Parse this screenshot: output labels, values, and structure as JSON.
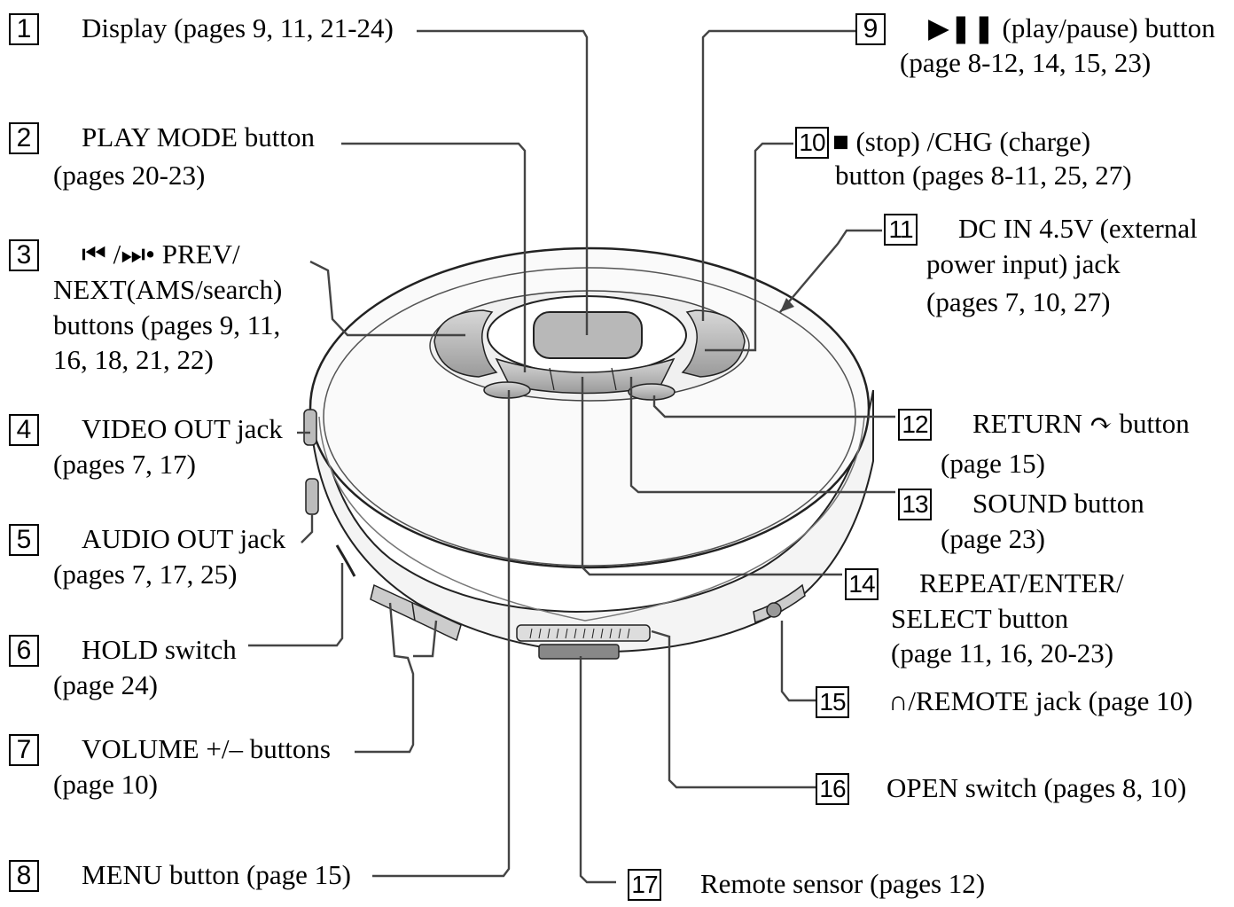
{
  "labels": [
    {
      "num": "1",
      "lines": [
        "Display (pages 9, 11, 21-24)"
      ]
    },
    {
      "num": "2",
      "lines": [
        "PLAY MODE button",
        "(pages 20-23)"
      ]
    },
    {
      "num": "3",
      "lines": [
        "⏮ /⏭• PREV/",
        "NEXT(AMS/search)",
        "buttons (pages 9, 11,",
        "16, 18, 21, 22)"
      ]
    },
    {
      "num": "4",
      "lines": [
        "VIDEO OUT jack",
        "(pages 7, 17)"
      ]
    },
    {
      "num": "5",
      "lines": [
        "AUDIO OUT jack",
        "(pages 7, 17, 25)"
      ]
    },
    {
      "num": "6",
      "lines": [
        "HOLD switch",
        "(page 24)"
      ]
    },
    {
      "num": "7",
      "lines": [
        "VOLUME +/– buttons",
        "(page 10)"
      ]
    },
    {
      "num": "8",
      "lines": [
        "MENU button (page 15)"
      ]
    },
    {
      "num": "9",
      "lines": [
        "▶❚❚ (play/pause) button",
        "(page 8-12, 14, 15, 23)"
      ]
    },
    {
      "num": "10",
      "lines": [
        "■ (stop) /CHG (charge)",
        "button (pages 8-11, 25, 27)"
      ]
    },
    {
      "num": "11",
      "lines": [
        "DC IN 4.5V (external",
        "power input) jack",
        "(pages 7, 10, 27)"
      ]
    },
    {
      "num": "12",
      "lines": [
        "RETURN ↷ button",
        "(page 15)"
      ]
    },
    {
      "num": "13",
      "lines": [
        "SOUND button",
        "(page 23)"
      ]
    },
    {
      "num": "14",
      "lines": [
        "REPEAT/ENTER/",
        "SELECT button",
        "(page 11, 16, 20-23)"
      ]
    },
    {
      "num": "15",
      "lines": [
        "∩/REMOTE jack (page 10)"
      ]
    },
    {
      "num": "16",
      "lines": [
        "OPEN switch (pages 8, 10)"
      ]
    },
    {
      "num": "17",
      "lines": [
        "Remote sensor (pages 12)"
      ]
    }
  ]
}
